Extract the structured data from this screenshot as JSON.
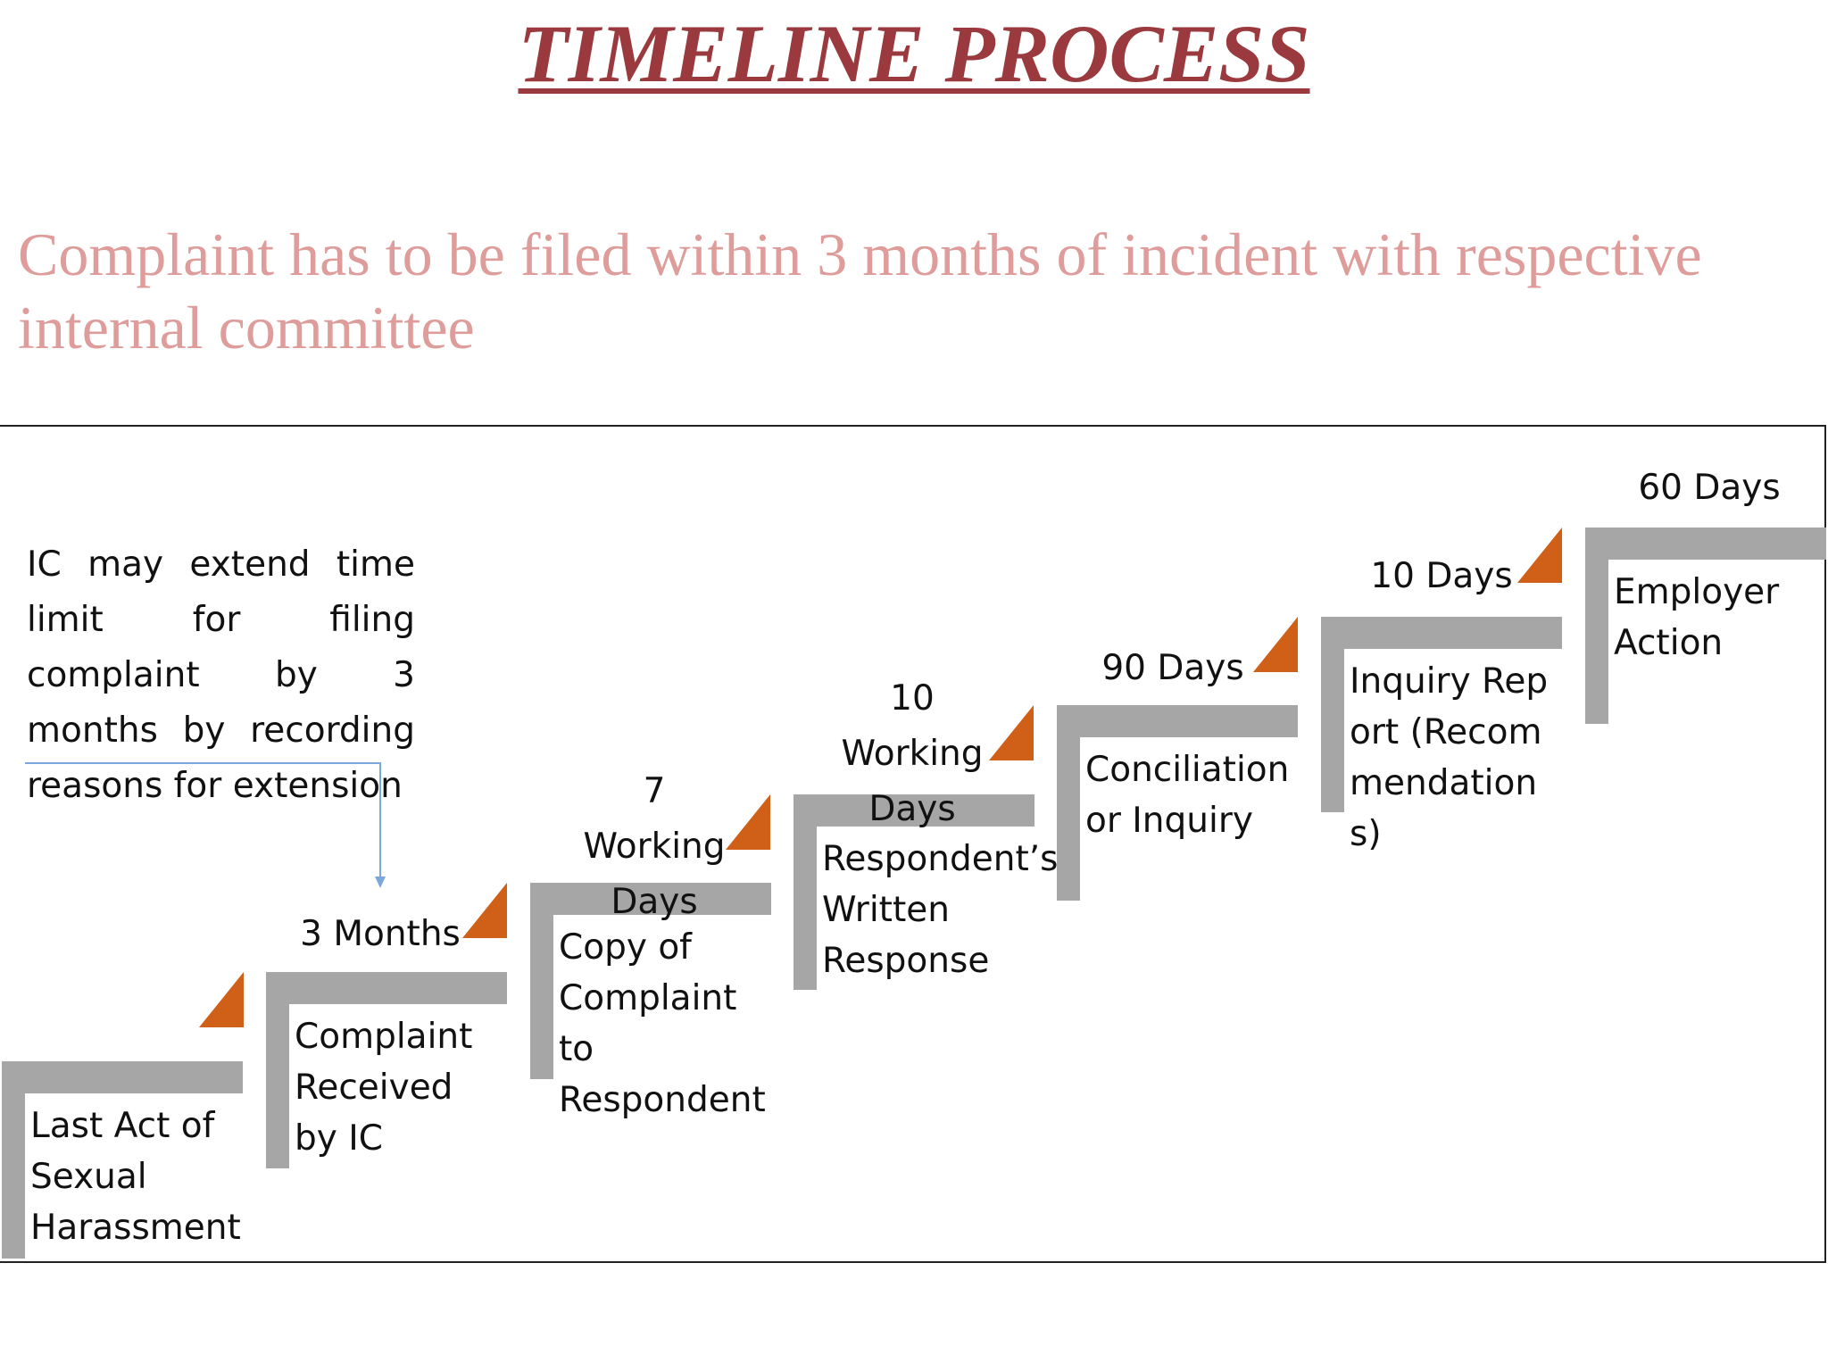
{
  "title": "TIMELINE PROCESS",
  "subtitle": "Complaint has to be filed within 3 months of incident with respective internal committee",
  "note": "IC may extend time limit for filing complaint by 3 months by recording reasons for extension",
  "colors": {
    "title": "#9b3a3e",
    "subtitle": "#de9d9b",
    "step_bar": "#a6a6a6",
    "marker": "#d05f17",
    "connector": "#7aa7dc"
  },
  "steps": [
    {
      "label": "Last Act of Sexual Harassment",
      "duration": ""
    },
    {
      "label": "Complaint Received by IC",
      "duration": "3 Months"
    },
    {
      "label": "Copy of Complaint to Respondent",
      "duration": "7 Working Days"
    },
    {
      "label": "Respondent’s Written Response",
      "duration": "10 Working Days"
    },
    {
      "label": "Conciliation or Inquiry",
      "duration": "90 Days"
    },
    {
      "label": "Inquiry Report (Recommendations)",
      "duration": "10 Days"
    },
    {
      "label": "Employer Action",
      "duration": "60 Days"
    }
  ]
}
